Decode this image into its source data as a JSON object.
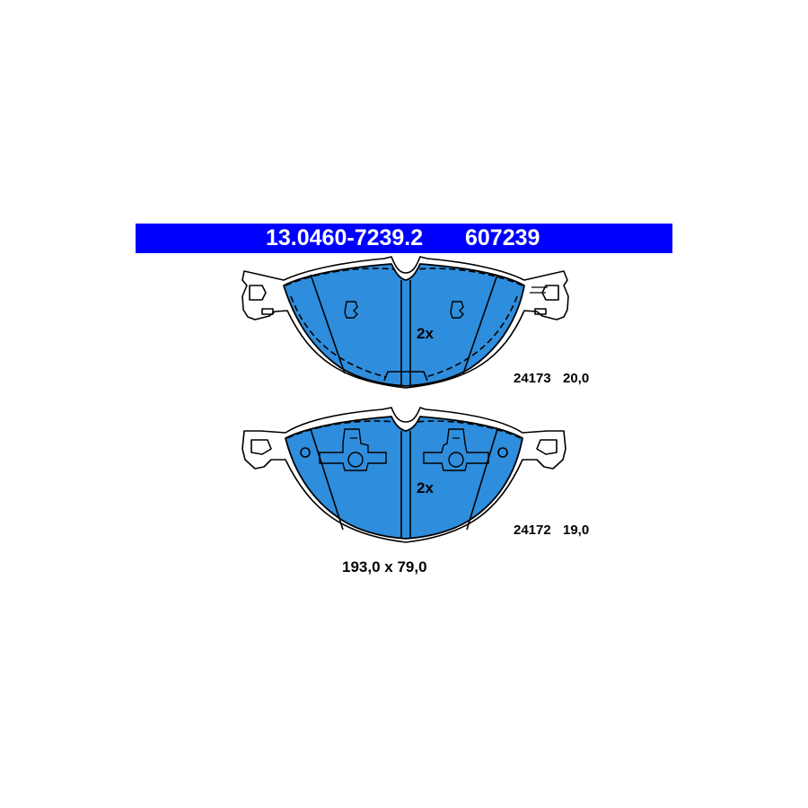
{
  "header": {
    "part_number": "13.0460-7239.2",
    "ref_number": "607239",
    "bar_color": "#0000ff"
  },
  "pads": [
    {
      "quantity": "2x",
      "wva_number": "24173",
      "thickness": "20,0"
    },
    {
      "quantity": "2x",
      "wva_number": "24172",
      "thickness": "19,0"
    }
  ],
  "dimensions": "193,0 x 79,0",
  "colors": {
    "friction_material": "#2e8ddc",
    "outline": "#000000"
  }
}
